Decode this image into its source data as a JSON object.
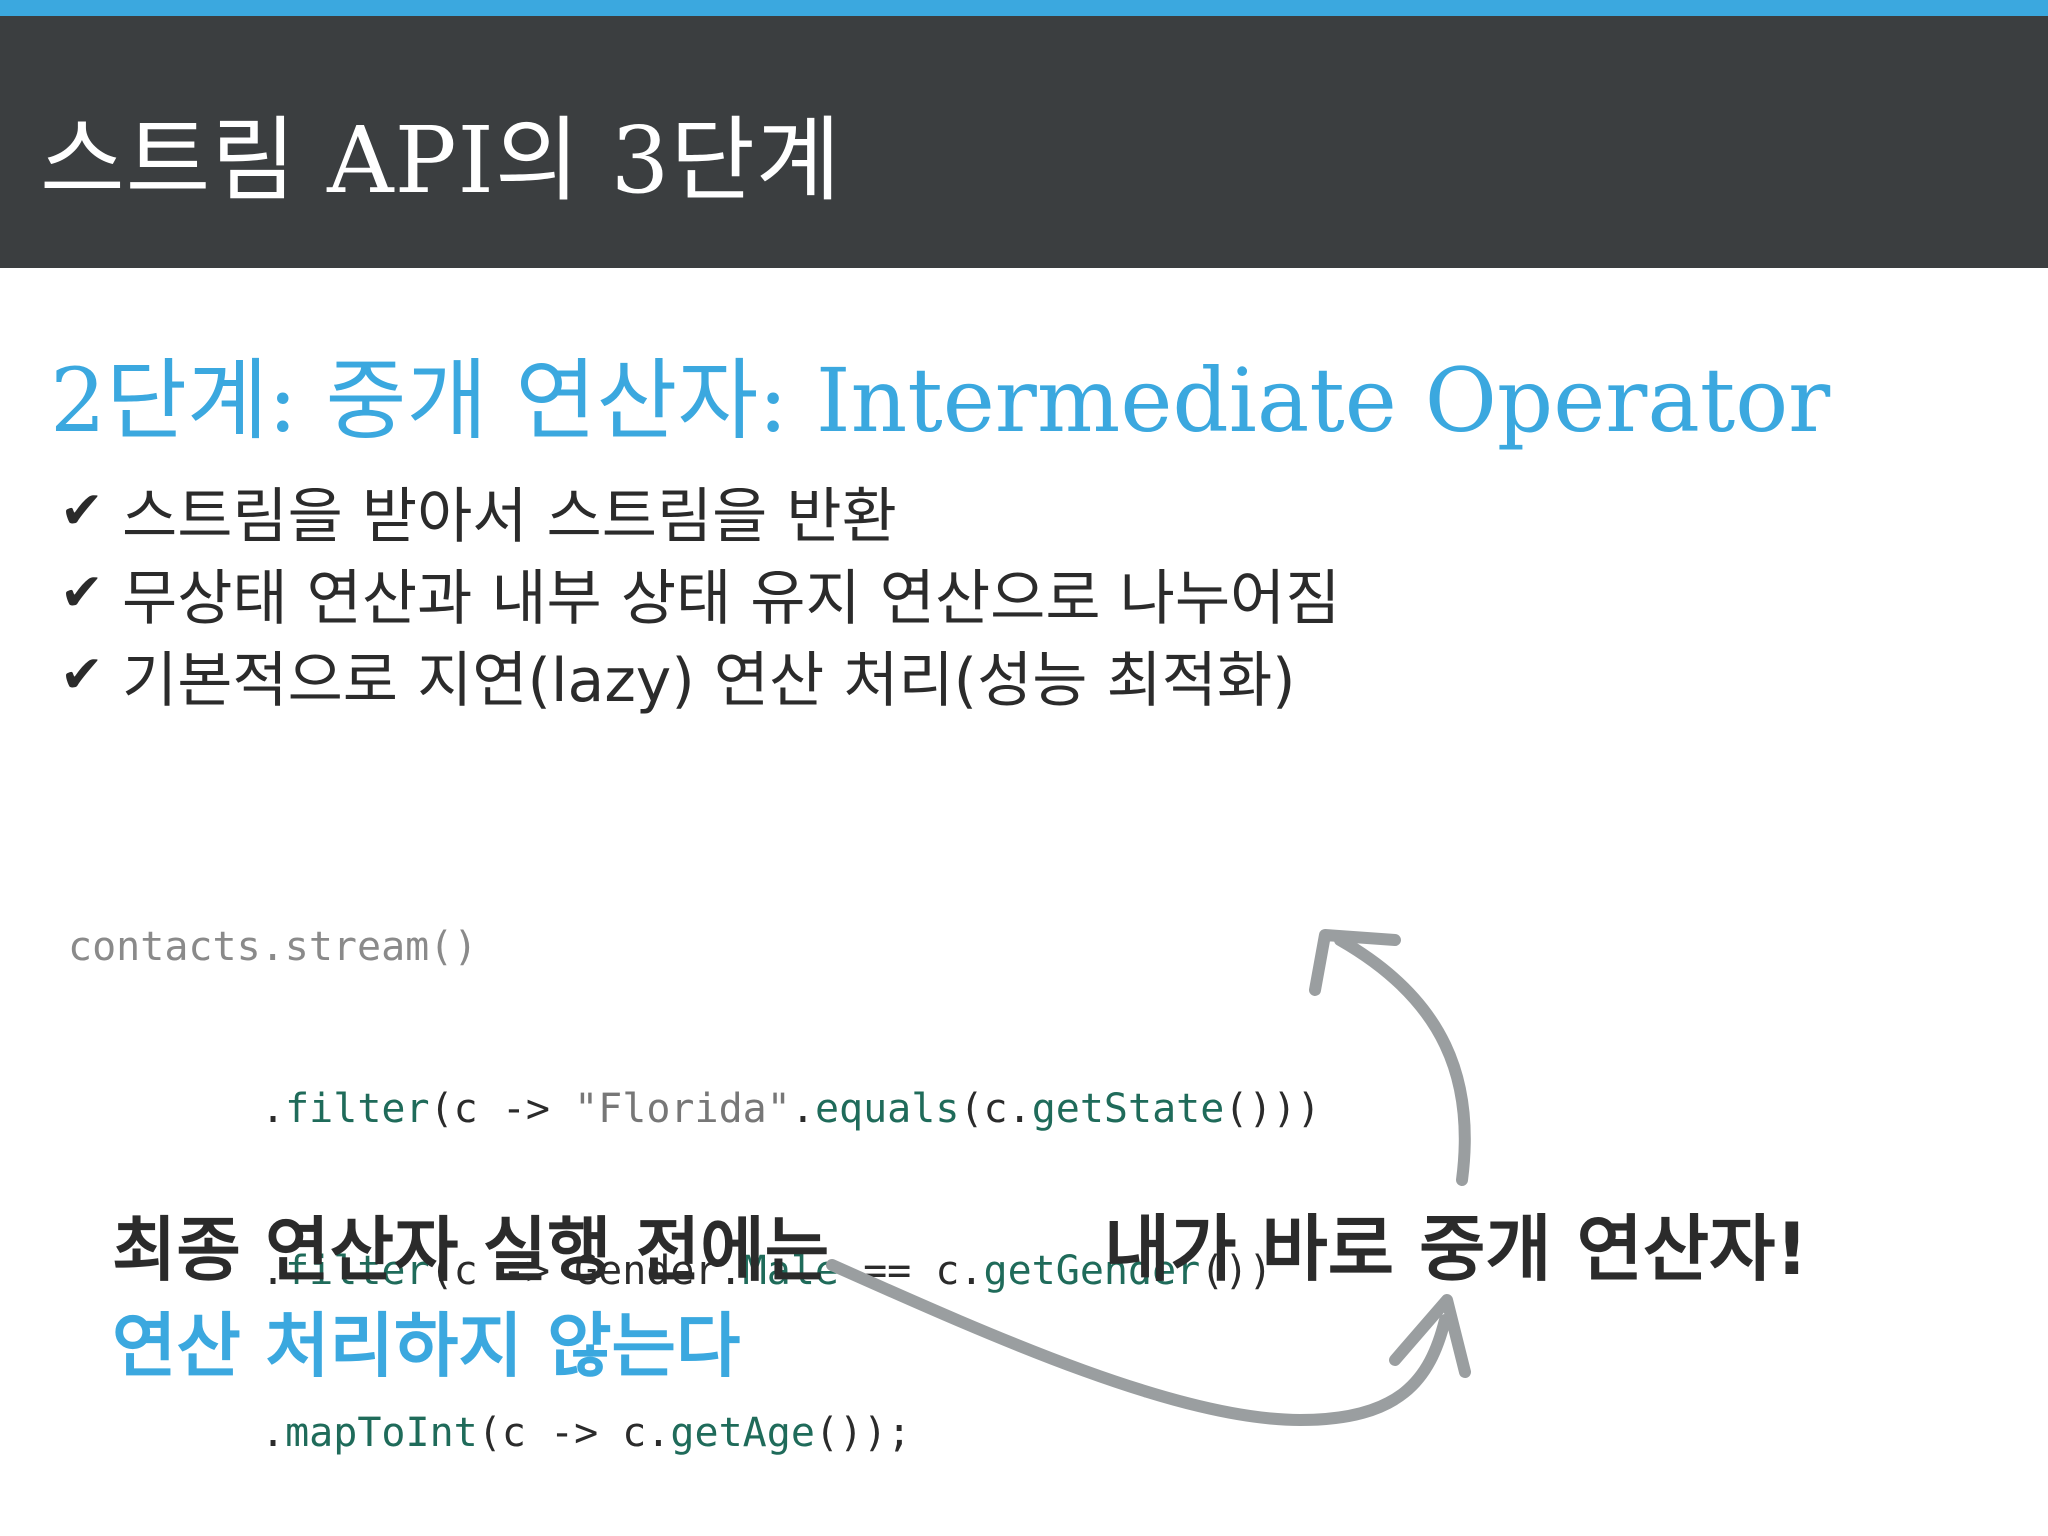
{
  "header": {
    "title": "스트림 API의 3단계",
    "accent_color": "#3ba8df",
    "background_color": "#3b3e40"
  },
  "subtitle": "2단계: 중개 연산자: Intermediate Operator",
  "bullets": [
    {
      "icon": "check-icon",
      "text": "스트림을 받아서 스트림을 반환"
    },
    {
      "icon": "check-icon",
      "text": "무상태 연산과 내부 상태 유지 연산으로 나누어짐"
    },
    {
      "icon": "check-icon",
      "text": "기본적으로 지연(lazy) 연산 처리(성능 최적화)"
    }
  ],
  "code": {
    "line1": {
      "text": "contacts.stream()"
    },
    "line2": {
      "dot": ".",
      "filter": "filter",
      "open": "(c -> ",
      "string": "\"Florida\"",
      "dot2": ".",
      "equals": "equals",
      "open2": "(c.",
      "getState": "getState",
      "close": "()))"
    },
    "line3": {
      "dot": ".",
      "filter": "filter",
      "open": "(c -> Gender.",
      "male": "Male",
      "mid": " == c.",
      "getGender": "getGender",
      "close": "())"
    },
    "line4": {
      "dot": ".",
      "mapToInt": "mapToInt",
      "open": "(c -> c.",
      "getAge": "getAge",
      "close": "());"
    }
  },
  "notes": {
    "left_line1": "최종 연산자 실행 전에는",
    "left_line2": "연산 처리하지 않는다",
    "right": "내가 바로 중개 연산자!"
  },
  "arrow": {
    "icon": "curved-arrow-icon",
    "color": "#9a9ea0"
  }
}
